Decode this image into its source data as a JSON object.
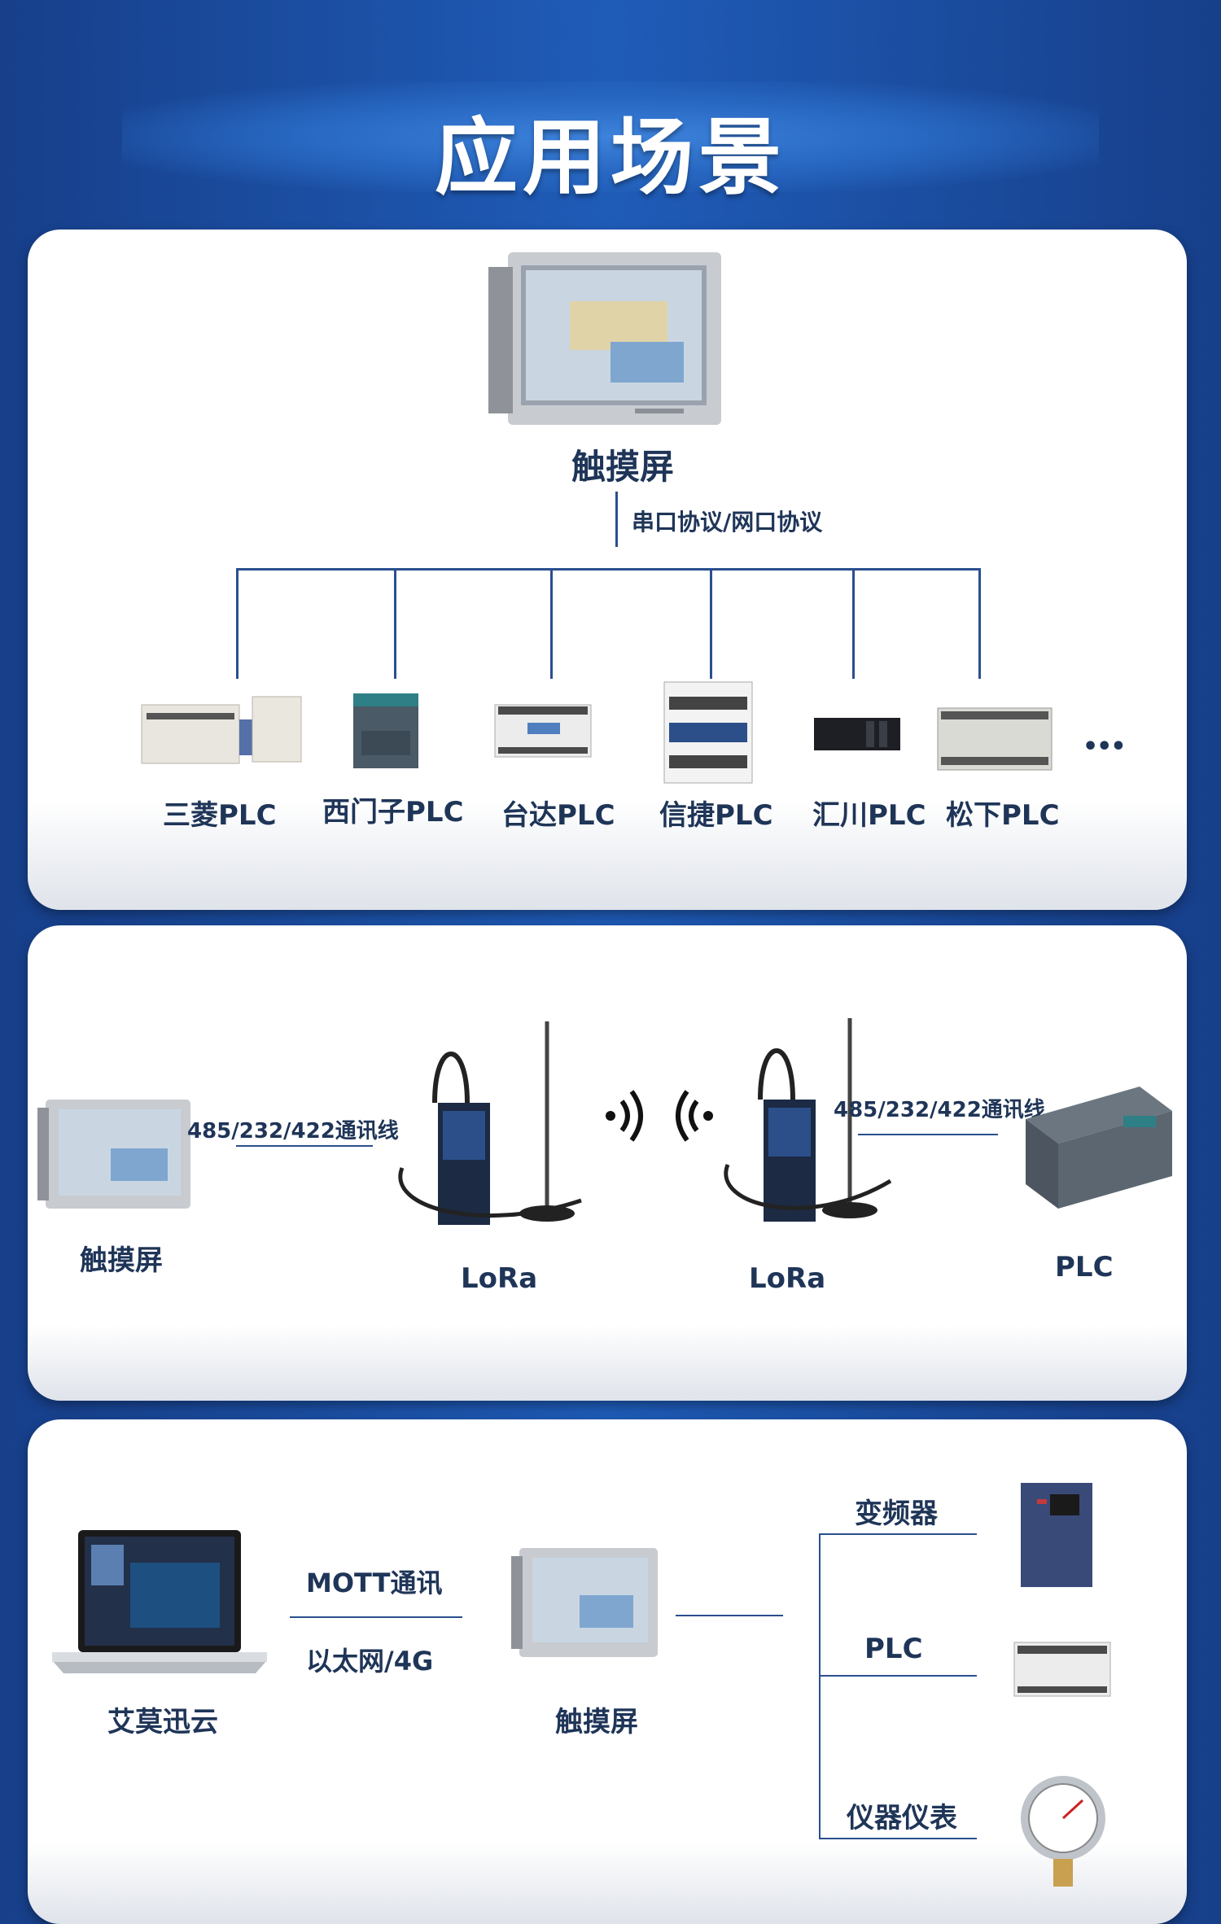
{
  "title": "应用场景",
  "panel1": {
    "hmi_label": "触摸屏",
    "protocol_label": "串口协议/网口协议",
    "devices": [
      "三菱PLC",
      "西门子PLC",
      "台达PLC",
      "信捷PLC",
      "汇川PLC",
      "松下PLC"
    ],
    "more": "•••"
  },
  "panel2": {
    "hmi_label": "触摸屏",
    "left_cable": "485/232/422通讯线",
    "right_cable": "485/232/422通讯线",
    "lora_left": "LoRa",
    "lora_right": "LoRa",
    "plc_label": "PLC"
  },
  "panel3": {
    "cloud_label": "艾莫迅云",
    "link_top": "MOTT通讯",
    "link_bottom": "以太网/4G",
    "hmi_label": "触摸屏",
    "branch_1": "变频器",
    "branch_2": "PLC",
    "branch_3": "仪器仪表"
  },
  "colors": {
    "line": "#2a4f8f",
    "text": "#1f3558",
    "background": "#1f5cb8"
  }
}
